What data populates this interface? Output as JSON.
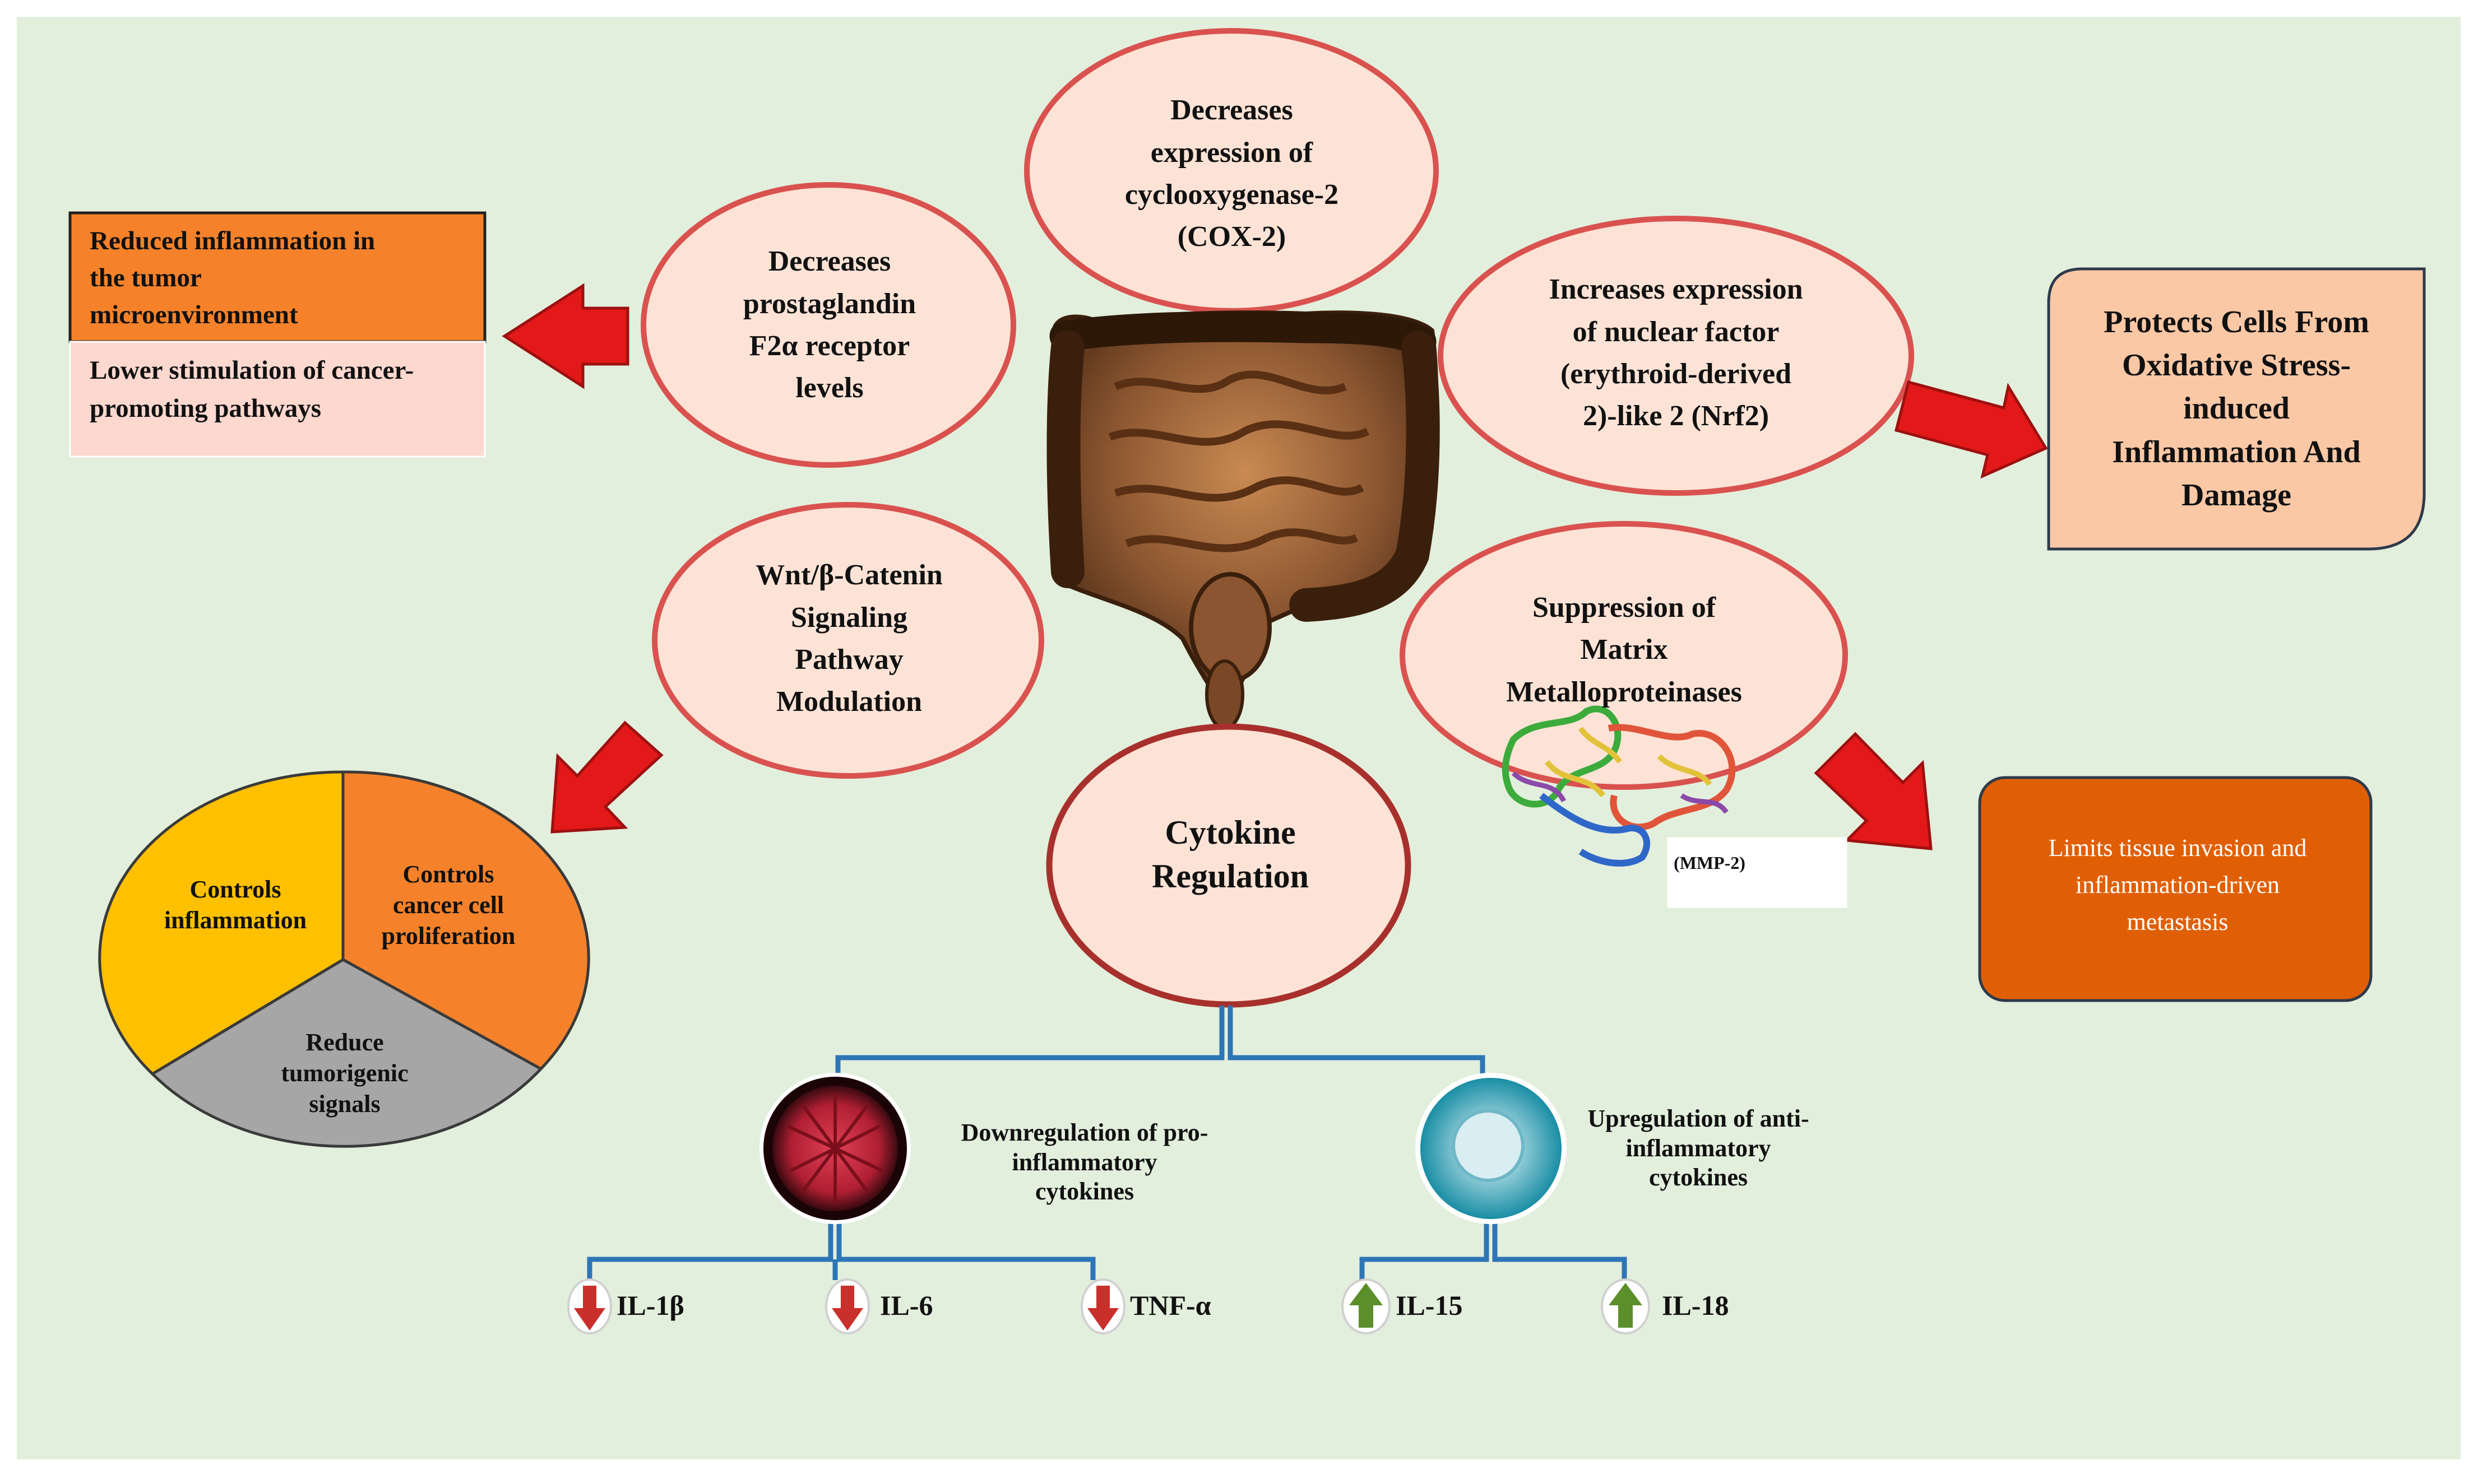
{
  "colors": {
    "background": "#e3efdd",
    "oval_fill": "#fde3d6",
    "oval_border": "#d9524f",
    "arrow_red": "#e31818",
    "orange": "#f5822a",
    "dark_orange": "#e15f04",
    "peach": "#fbc8a6",
    "pink": "#fdd8cf",
    "yellow": "#ffc000",
    "gray": "#a6a6a6",
    "connector_blue": "#2e75b6",
    "down_arrow": "#c9302c",
    "up_arrow": "#5b8f2a"
  },
  "ovals": {
    "cox2": "Decreases\nexpression of\ncyclooxygenase-2\n(COX-2)",
    "prostaglandin": "Decreases\nprostaglandin\nF2α receptor\nlevels",
    "nrf2": "Increases expression\nof nuclear factor\n(erythroid-derived\n2)-like 2 (Nrf2)",
    "wnt": "Wnt/β-Catenin\nSignaling\nPathway\nModulation",
    "mmp": "Suppression of\nMatrix\nMetalloproteinases",
    "cytokine": "Cytokine\nRegulation"
  },
  "left_box": {
    "top": "Reduced inflammation  in\nthe tumor\nmicroenvironment",
    "bottom": "Lower stimulation  of cancer-\npromoting  pathways"
  },
  "nrf2_outcome": "Protects Cells From\nOxidative Stress-\ninduced\nInflammation And\nDamage",
  "mmp_label": "(MMP-2)",
  "mmp_outcome": "Limits  tissue  invasion  and\ninflammation-driven\nmetastasis",
  "pie": {
    "slices": [
      {
        "label": "Controls\ninflammation",
        "color": "#ffc000"
      },
      {
        "label": "Controls\ncancer cell\nproliferation",
        "color": "#f5822a"
      },
      {
        "label": "Reduce\ntumorigenic\nsignals",
        "color": "#a6a6a6"
      }
    ]
  },
  "cytokines": {
    "down_label": "Downregulation of pro-\ninflammatory\ncytokines",
    "up_label": "Upregulation of anti-\ninflammatory\ncytokines",
    "down_items": [
      "IL-1β",
      "IL-6",
      "TNF-α"
    ],
    "up_items": [
      "IL-15",
      "IL-18"
    ]
  },
  "icons": [
    "intestine-icon",
    "protein-structure-icon",
    "red-cell-icon",
    "blue-cell-icon",
    "down-arrow-icon",
    "up-arrow-icon"
  ]
}
